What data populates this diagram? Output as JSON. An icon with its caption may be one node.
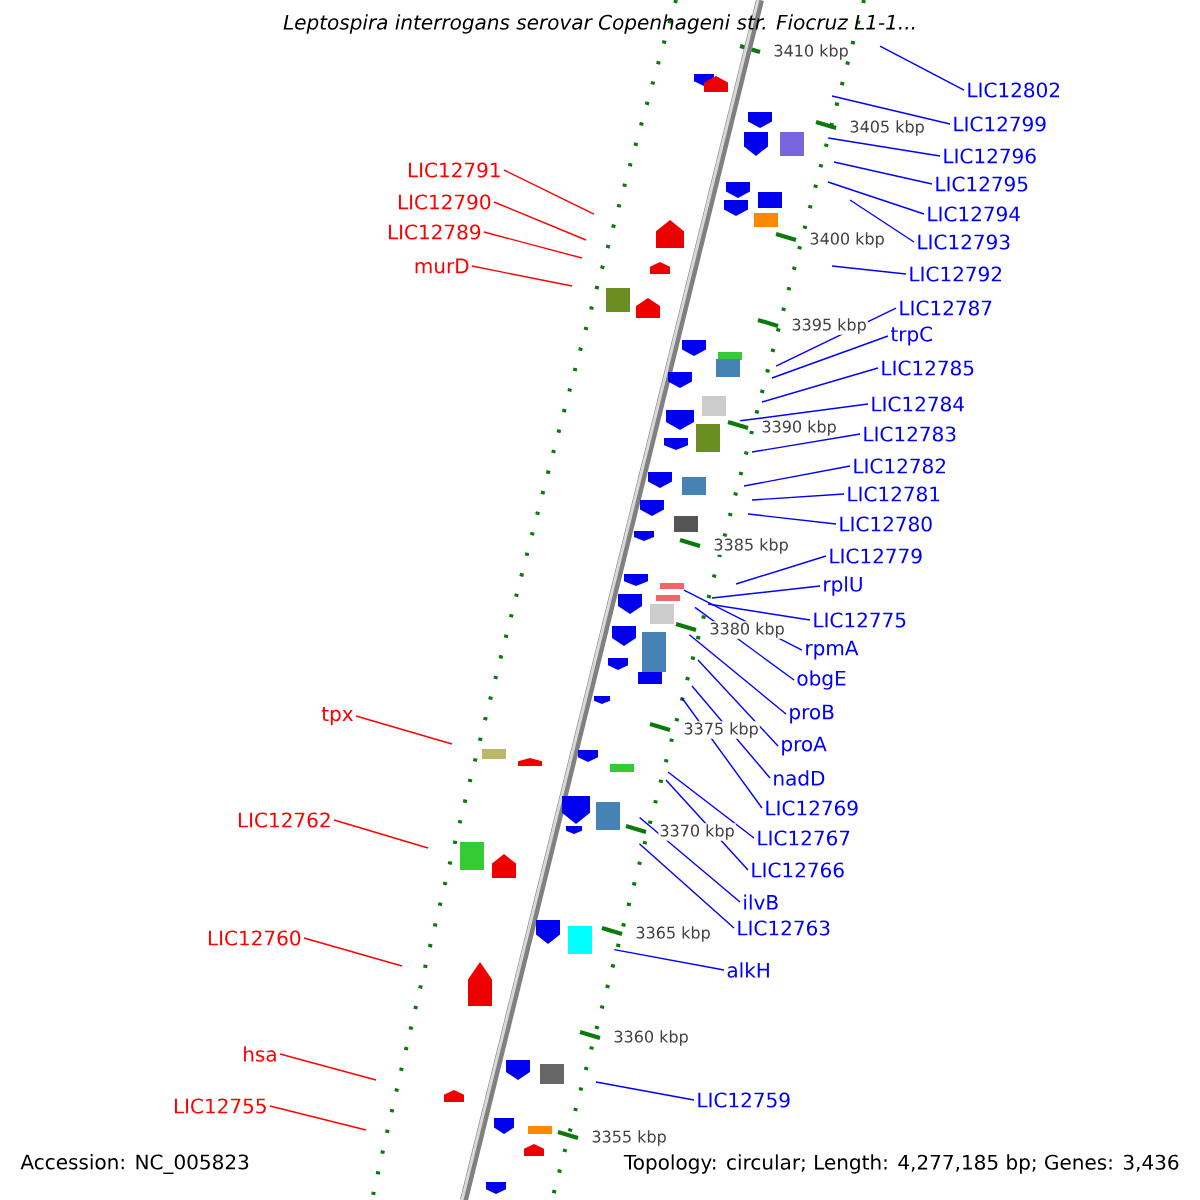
{
  "diagram": {
    "title": "Leptospira interrogans serovar Copenhageni str. Fiocruz L1-1...",
    "nodes": [
      {
        "text": [
          "LIC12802"
        ]
      },
      {
        "text": [
          "LIC12799"
        ]
      },
      {
        "text": [
          "LIC12796"
        ]
      },
      {
        "text": [
          "LIC12791"
        ]
      },
      {
        "text": [
          "LIC12795"
        ]
      },
      {
        "text": [
          "LIC12790"
        ]
      },
      {
        "text": [
          "LIC12794"
        ]
      },
      {
        "text": [
          "LIC12789"
        ]
      },
      {
        "text": [
          "LIC12793"
        ]
      },
      {
        "text": [
          "murD"
        ]
      },
      {
        "text": [
          "LIC12792"
        ]
      },
      {
        "text": [
          "LIC12787"
        ]
      },
      {
        "text": [
          "trpC"
        ]
      },
      {
        "text": [
          "LIC12785"
        ]
      },
      {
        "text": [
          "LIC12784"
        ]
      },
      {
        "text": [
          "LIC12783"
        ]
      },
      {
        "text": [
          "LIC12782"
        ]
      },
      {
        "text": [
          "LIC12781"
        ]
      },
      {
        "text": [
          "LIC12780"
        ]
      },
      {
        "text": [
          "LIC12779"
        ]
      },
      {
        "text": [
          "rplU"
        ]
      },
      {
        "text": [
          "LIC12775"
        ]
      },
      {
        "text": [
          "rpmA"
        ]
      },
      {
        "text": [
          "obgE"
        ]
      },
      {
        "text": [
          "proB"
        ]
      },
      {
        "text": [
          "tpx"
        ]
      },
      {
        "text": [
          "proA"
        ]
      },
      {
        "text": [
          "nadD"
        ]
      },
      {
        "text": [
          "LIC12769"
        ]
      },
      {
        "text": [
          "LIC12762"
        ]
      },
      {
        "text": [
          "LIC12767"
        ]
      },
      {
        "text": [
          "LIC12766"
        ]
      },
      {
        "text": [
          "ilvB"
        ]
      },
      {
        "text": [
          "LIC12763"
        ]
      },
      {
        "text": [
          "LIC12760"
        ]
      },
      {
        "text": [
          "alkH"
        ]
      },
      {
        "text": [
          "hsa"
        ]
      },
      {
        "text": [
          "LIC12759"
        ]
      },
      {
        "text": [
          "LIC12755"
        ]
      }
    ],
    "edges": [
      {
        "from": 0,
        "to": null,
        "arrow": "none"
      },
      {
        "from": 1,
        "to": null,
        "arrow": "none"
      },
      {
        "from": 2,
        "to": null,
        "arrow": "none"
      },
      {
        "from": 3,
        "to": null,
        "arrow": "none",
        "color": "#ff0000"
      },
      {
        "from": 4,
        "to": null,
        "arrow": "none"
      },
      {
        "from": 5,
        "to": null,
        "arrow": "none",
        "color": "#ff0000"
      },
      {
        "from": 6,
        "to": null,
        "arrow": "none"
      },
      {
        "from": 7,
        "to": null,
        "arrow": "none",
        "color": "#ff0000"
      },
      {
        "from": 8,
        "to": null,
        "arrow": "none"
      },
      {
        "from": 9,
        "to": null,
        "arrow": "none",
        "color": "#ff0000"
      },
      {
        "from": 10,
        "to": null,
        "arrow": "none"
      },
      {
        "from": 11,
        "to": null,
        "arrow": "none"
      },
      {
        "from": 12,
        "to": null,
        "arrow": "none"
      },
      {
        "from": 13,
        "to": null,
        "arrow": "none"
      },
      {
        "from": 14,
        "to": null,
        "arrow": "none"
      },
      {
        "from": 15,
        "to": null,
        "arrow": "none"
      },
      {
        "from": 16,
        "to": null,
        "arrow": "none"
      },
      {
        "from": 17,
        "to": null,
        "arrow": "none"
      },
      {
        "from": 18,
        "to": null,
        "arrow": "none"
      },
      {
        "from": 19,
        "to": null,
        "arrow": "none"
      },
      {
        "from": 20,
        "to": null,
        "arrow": "none"
      },
      {
        "from": 21,
        "to": null,
        "arrow": "none"
      },
      {
        "from": 22,
        "to": null,
        "arrow": "none"
      },
      {
        "from": 23,
        "to": null,
        "arrow": "none"
      },
      {
        "from": 24,
        "to": null,
        "arrow": "none"
      },
      {
        "from": 25,
        "to": null,
        "arrow": "none",
        "color": "#ff0000"
      },
      {
        "from": 26,
        "to": null,
        "arrow": "none"
      },
      {
        "from": 27,
        "to": null,
        "arrow": "none"
      },
      {
        "from": 28,
        "to": null,
        "arrow": "none"
      },
      {
        "from": 29,
        "to": null,
        "arrow": "none",
        "color": "#ff0000"
      },
      {
        "from": 30,
        "to": null,
        "arrow": "none"
      },
      {
        "from": 31,
        "to": null,
        "arrow": "none"
      },
      {
        "from": 32,
        "to": null,
        "arrow": "none"
      },
      {
        "from": 33,
        "to": null,
        "arrow": "none"
      },
      {
        "from": 34,
        "to": null,
        "arrow": "none",
        "color": "#ff0000"
      },
      {
        "from": 35,
        "to": null,
        "arrow": "none"
      },
      {
        "from": 36,
        "to": null,
        "arrow": "none",
        "color": "#ff0000"
      },
      {
        "from": 37,
        "to": null,
        "arrow": "none"
      },
      {
        "from": 38,
        "to": null,
        "arrow": "none",
        "color": "#ff0000"
      }
    ],
    "labels": [
      "3410 kbp",
      "3405 kbp",
      "3400 kbp",
      "3395 kbp",
      "3390 kbp",
      "3385 kbp",
      "3380 kbp",
      "3375 kbp",
      "3370 kbp",
      "3365 kbp",
      "3360 kbp",
      "3355 kbp",
      "Accession: NC_005823",
      "Topology: circular; Length: 4,277,185 bp; Genes: 3,436"
    ]
  }
}
